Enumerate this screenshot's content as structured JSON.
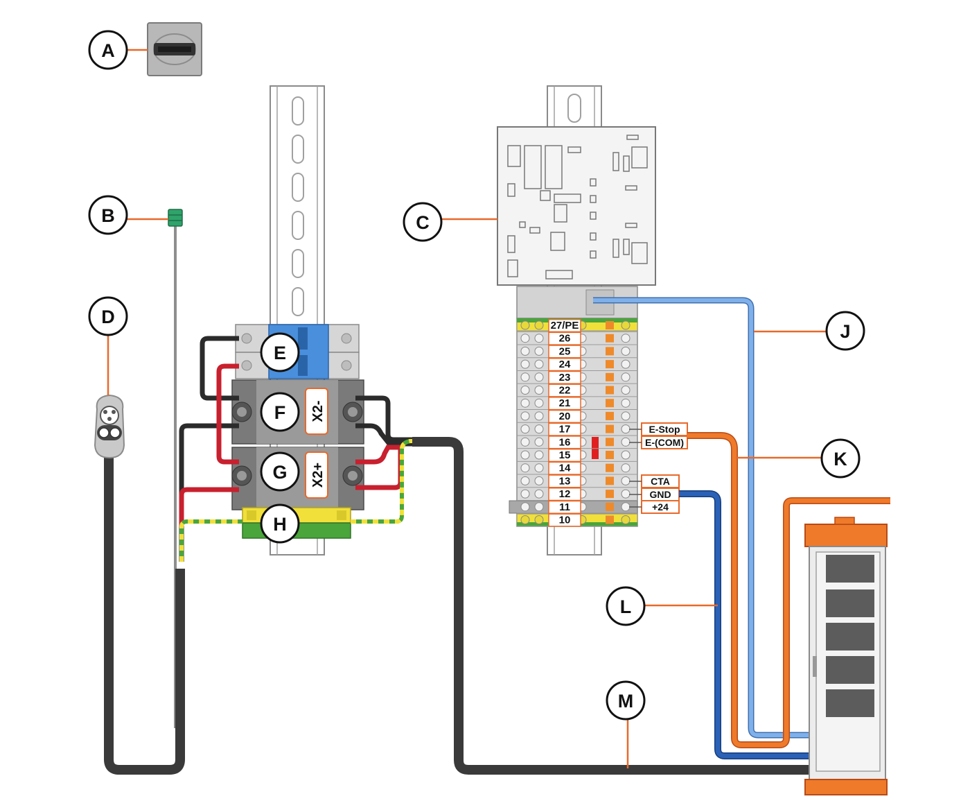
{
  "colors": {
    "accent_orange": "#e8692a",
    "blue_light": "#6fa3e0",
    "blue_dark": "#2358a8",
    "red": "#c8202e",
    "black_cable": "#3a3a3a",
    "yellow": "#f1e03a",
    "green": "#4aa53b",
    "pcb_bg": "#f4f4f4"
  },
  "callouts": [
    "A",
    "B",
    "C",
    "D",
    "E",
    "F",
    "G",
    "H",
    "J",
    "K",
    "L",
    "M"
  ],
  "terminals": [
    "27/PE",
    "26",
    "25",
    "24",
    "23",
    "22",
    "21",
    "20",
    "17",
    "16",
    "15",
    "14",
    "13",
    "12",
    "11",
    "10"
  ],
  "signals": {
    "estop": "E-Stop",
    "ecom": "E-(COM)",
    "cta": "CTA",
    "gnd": "GND",
    "p24": "+24"
  },
  "busbars": {
    "negative": "X2-",
    "positive": "X2+"
  },
  "icons": [
    "connector-plug-icon",
    "ferrite-clip-icon",
    "ev-charger-plug-icon",
    "cabinet-icon"
  ]
}
